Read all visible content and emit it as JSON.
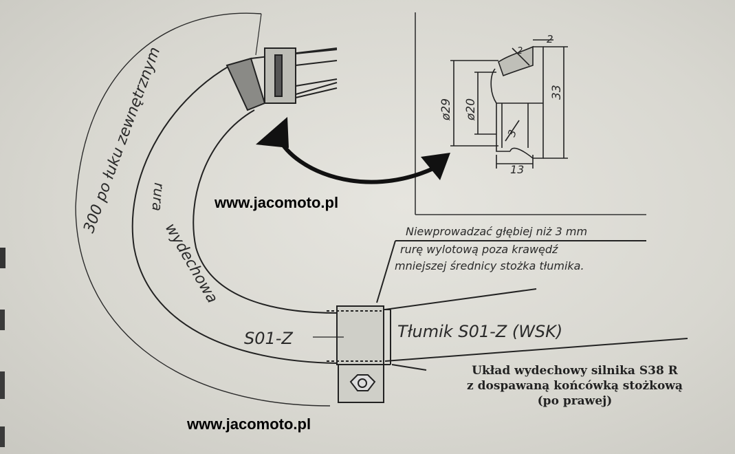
{
  "arc_length_note": "300 po łuku zewnętrznym",
  "pipe_label_1": "rura",
  "pipe_label_2": "wydechowa",
  "pipe_part_code": "S01-Z",
  "muffler_label": "Tłumik S01-Z (WSK)",
  "note_lines": [
    "Niewprowadzać głębiej niż 3 mm",
    "rurę wylotową poza krawędź",
    "mniejszej średnicy stożka tłumika."
  ],
  "dimensions": {
    "dia_outer": "ø29",
    "dia_inner": "ø20",
    "height": "33",
    "top": "2",
    "chamfer": "2",
    "gap": "3",
    "width": "13"
  },
  "caption_lines": [
    "Układ wydechowy silnika S38 R",
    "z dospawaną końcówką stożkową",
    "(po prawej)"
  ],
  "watermark_top": "www.jacomoto.pl",
  "watermark_bottom": "www.jacomoto.pl"
}
